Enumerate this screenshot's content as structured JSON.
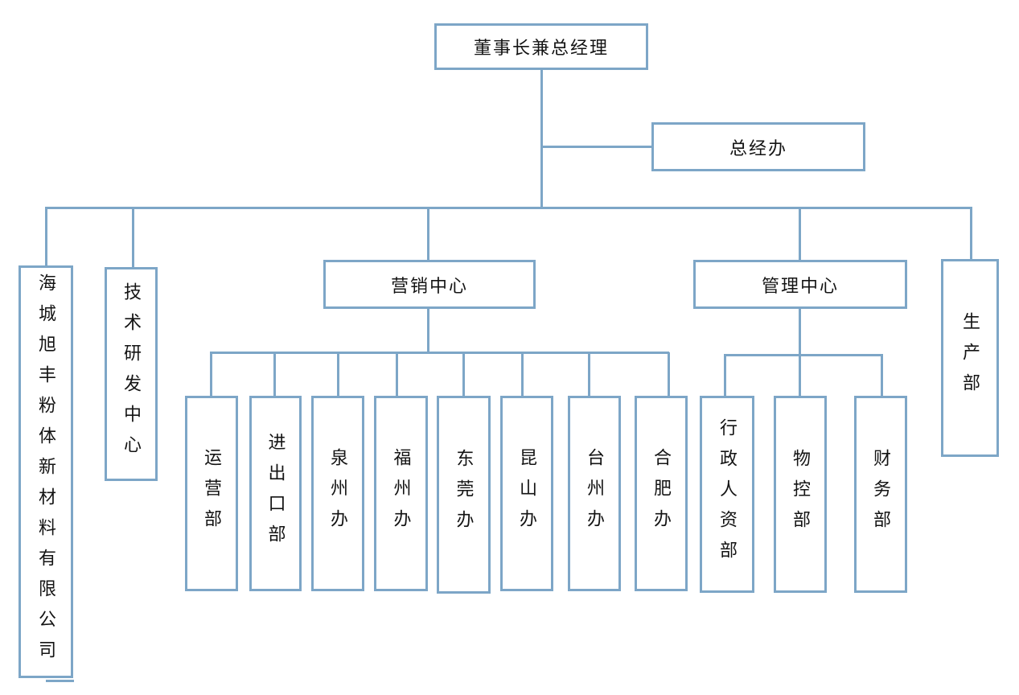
{
  "colors": {
    "line": "#7da6c7",
    "text": "#141414",
    "background": "#ffffff"
  },
  "org": {
    "root": "董事长兼总经理",
    "staff_office": "总经办",
    "branches": {
      "company": "海城旭丰粉体新材料有限公司",
      "tech_center": "技术研发中心",
      "marketing_center": "营销中心",
      "management_center": "管理中心",
      "production_dept": "生产部"
    },
    "marketing_children": [
      "运营部",
      "进出口部",
      "泉州办",
      "福州办",
      "东莞办",
      "昆山办",
      "台州办",
      "合肥办"
    ],
    "management_children": [
      "行政人资部",
      "物控部",
      "财务部"
    ]
  }
}
